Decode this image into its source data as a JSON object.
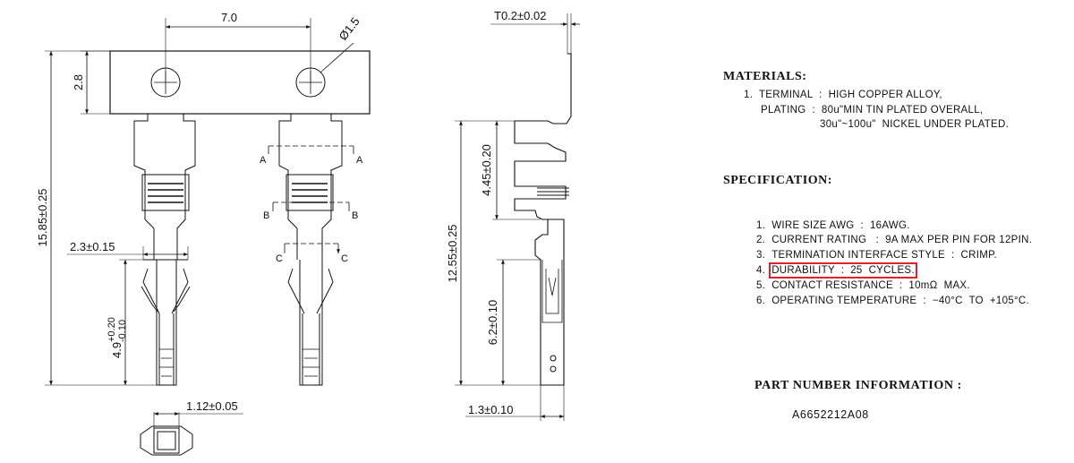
{
  "dimensions": {
    "front_width": "7.0",
    "hole_dia": "Ø1.5",
    "carrier_height": "2.8",
    "overall_length": "15.85±0.25",
    "crimp_width": "2.3±0.15",
    "contact_len_base": "4.9",
    "contact_len_tol_plus": "+0.20",
    "contact_len_tol_minus": "-0.10",
    "bottom_width": "1.12±0.05",
    "thickness": "T0.2±0.02",
    "side_len1": "4.45±0.20",
    "side_len2": "12.55±0.25",
    "side_len3": "6.2±0.10",
    "side_width": "1.3±0.10"
  },
  "section_labels": {
    "a": "A",
    "b": "B",
    "c": "C"
  },
  "materials": {
    "heading": "MATERIALS:",
    "line1": "1.  TERMINAL  :  HIGH COPPER ALLOY,",
    "line2": "PLATING  :  80u\"MIN TIN PLATED OVERALL,",
    "line3": "30u\"~100u\"  NICKEL UNDER PLATED."
  },
  "specification": {
    "heading": "SPECIFICATION:",
    "items": [
      {
        "num": "1.",
        "text": "WIRE SIZE AWG  :  16AWG."
      },
      {
        "num": "2.",
        "text": "CURRENT RATING   :  9A MAX PER PIN FOR 12PIN."
      },
      {
        "num": "3.",
        "text": "TERMINATION INTERFACE STYLE  :  CRIMP."
      },
      {
        "num": "4.",
        "text": "DURABILITY  :  25  CYCLES."
      },
      {
        "num": "5.",
        "text": "CONTACT RESISTANCE  :  10mΩ  MAX."
      },
      {
        "num": "6.",
        "text": "OPERATING TEMPERATURE  :  −40°C  TO  +105°C."
      }
    ]
  },
  "part_number": {
    "heading": "PART NUMBER INFORMATION  :",
    "value": "A6652212A08"
  },
  "colors": {
    "line": "#111111",
    "highlight": "#e0202a"
  }
}
